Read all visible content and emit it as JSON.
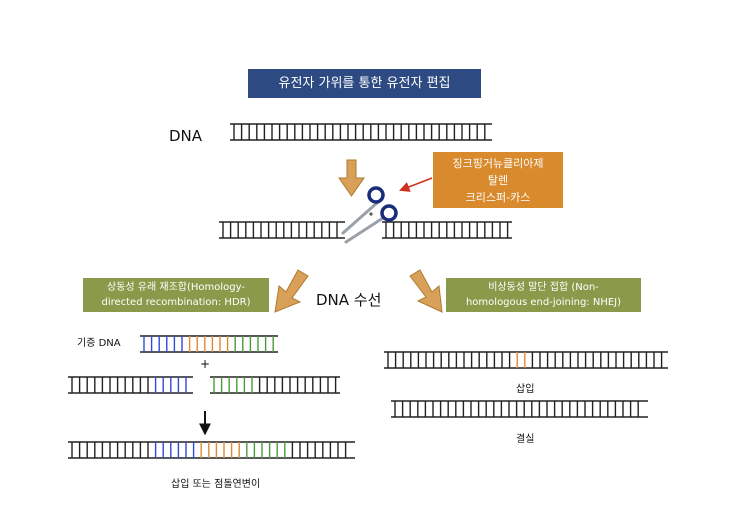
{
  "title": "유전자 가위를 통한 유전자 편집",
  "dna_label": "DNA",
  "nuclease": {
    "line1": "징크핑거뉴클리아제",
    "line2": "탈렌",
    "line3": "크리스퍼-카스"
  },
  "repair_label": "DNA  수선",
  "hdr": {
    "line1": "상동성 유래 재조합(Homology-",
    "line2": "directed recombination: HDR)"
  },
  "nhej": {
    "line1": "비상동성 말단 접합 (Non-",
    "line2": "homologous end-joining: NHEJ)"
  },
  "donor_label": "기증 DNA",
  "plus": "+",
  "insertion_label": "삽입",
  "deletion_label": "결실",
  "result_label": "삽입 또는 점돌연변이",
  "colors": {
    "title_bg": "#2d4a83",
    "nuclease_bg": "#d88a2d",
    "repair_bg": "#8a9a4a",
    "arrow": "#d9a05a",
    "red_arrow": "#d03020",
    "dna": "#222222",
    "blue_segment": "#3348d8",
    "orange_segment": "#e08a30",
    "green_segment": "#4a9a3a"
  },
  "icons": [
    "scissors-icon",
    "down-arrow-icon",
    "pointer-arrow-icon"
  ]
}
